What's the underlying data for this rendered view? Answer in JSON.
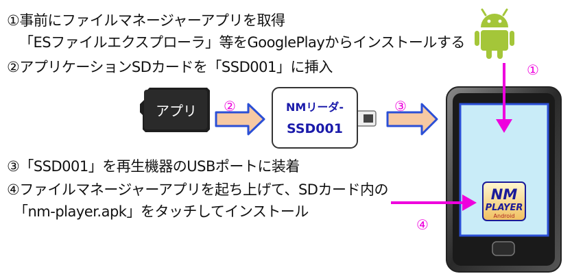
{
  "steps": {
    "step1_line1": "①事前にファイルマネージャーアプリを取得",
    "step1_line2": "「ESファイルエクスプローラ」等をGooglePlayからインストールする",
    "step2": "②アプリケーションSDカードを「SSD001」に挿入",
    "step3": "③「SSD001」を再生機器のUSBポートに装着",
    "step4_line1": "④ファイルマネージャーアプリを起ち上げて、SDカード内の",
    "step4_line2": "「nm-player.apk」をタッチしてインストール"
  },
  "markers": {
    "m1": "①",
    "m2": "②",
    "m3": "③",
    "m4": "④"
  },
  "sd_card": {
    "label": "アプリ"
  },
  "device": {
    "line1": "NMリーダ-",
    "line2": "SSD001"
  },
  "app_icon": {
    "line1": "NM",
    "line2": "PLAYER",
    "line3": "Android"
  },
  "colors": {
    "accent_magenta": "#ee00dd",
    "device_text": "#1a1aaa",
    "arrow_fill": "#f7c9a3",
    "arrow_stroke": "#2b4fd6",
    "screen": "#c9ecf8",
    "android_green": "#a4c639"
  }
}
